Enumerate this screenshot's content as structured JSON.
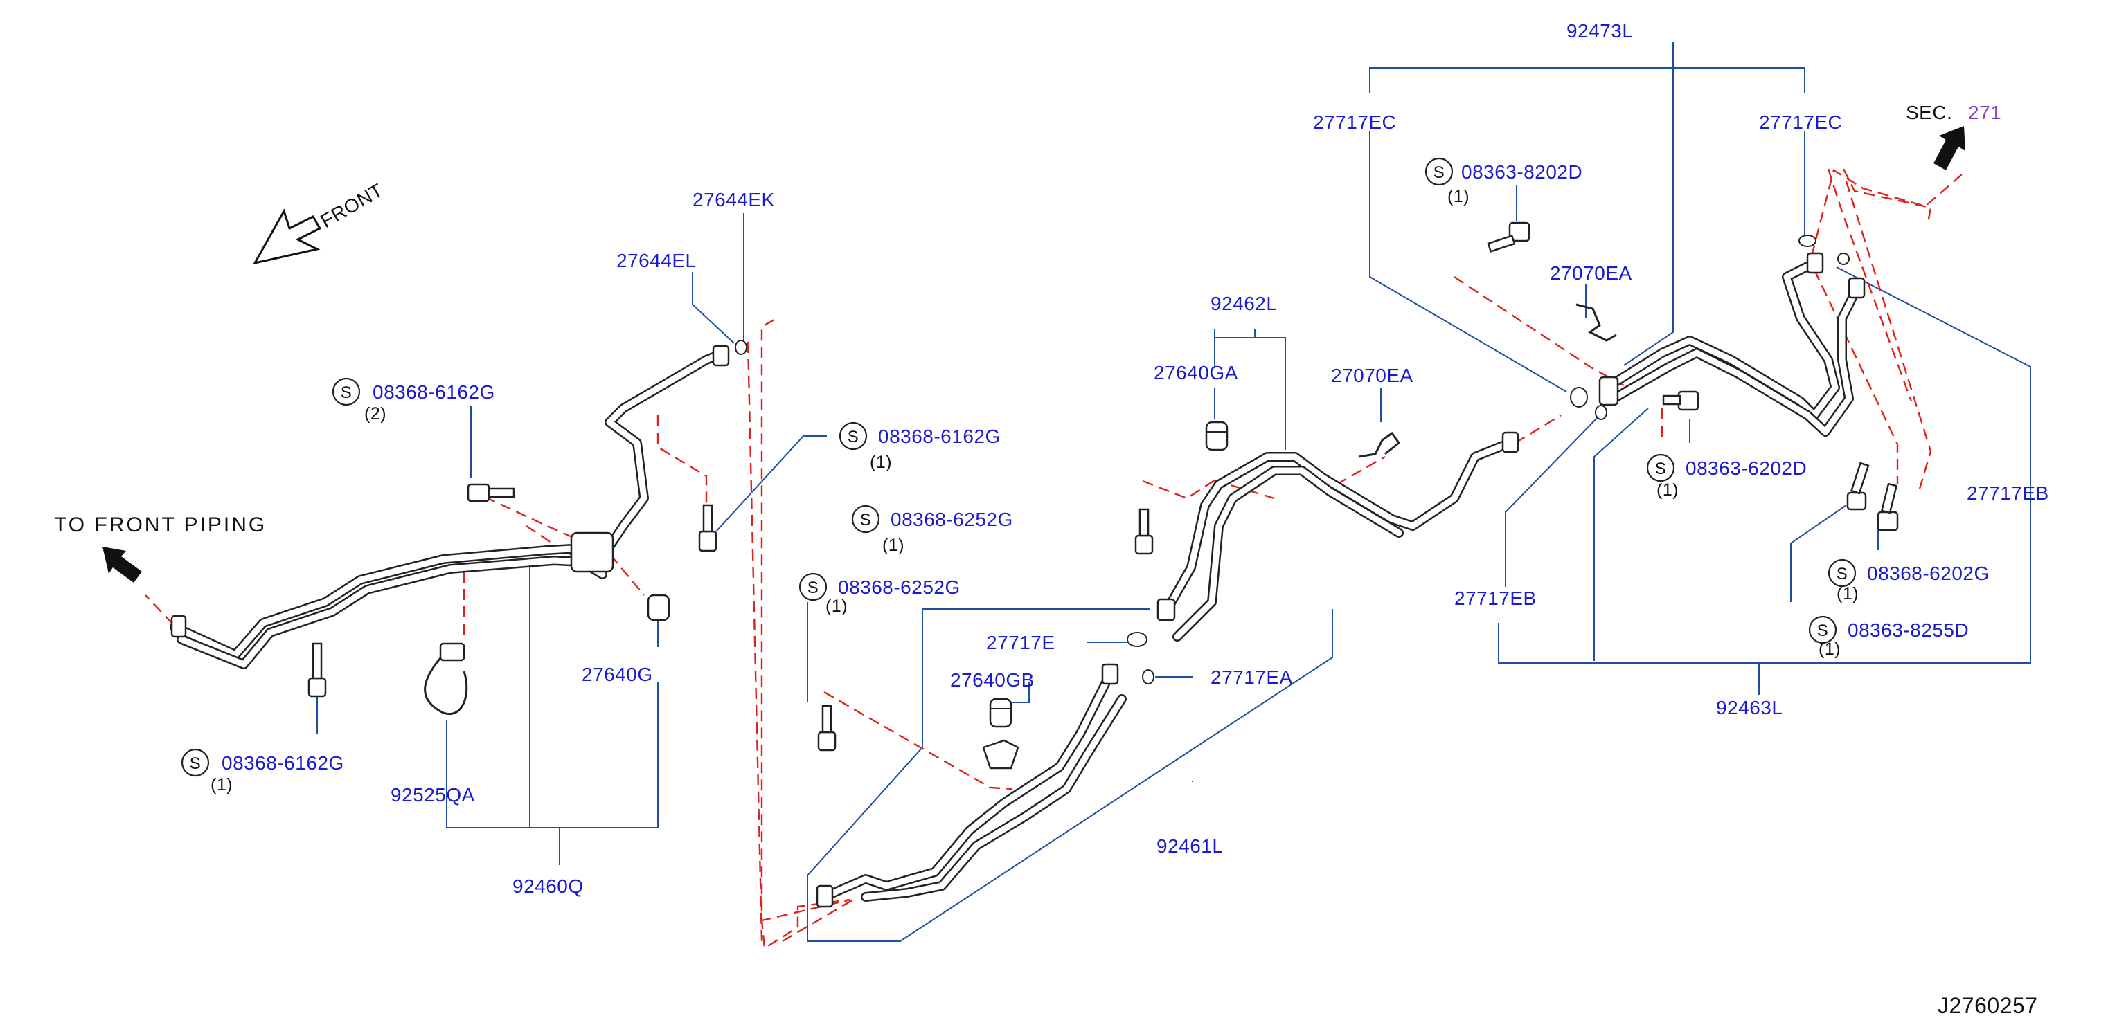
{
  "diagram_id": "J2760257",
  "direction": {
    "front": "FRONT",
    "to_front_piping": "TO FRONT PIPING"
  },
  "section_ref": {
    "prefix": "SEC.",
    "number": "271"
  },
  "symbol_s": "S",
  "parts": [
    {
      "key": "p92473L",
      "label": "92473L"
    },
    {
      "key": "p27717EC_a",
      "label": "27717EC"
    },
    {
      "key": "p27717EC_b",
      "label": "27717EC"
    },
    {
      "key": "p27644EK",
      "label": "27644EK"
    },
    {
      "key": "p27644EL",
      "label": "27644EL"
    },
    {
      "key": "p27070EA_a",
      "label": "27070EA"
    },
    {
      "key": "p27070EA_b",
      "label": "27070EA"
    },
    {
      "key": "p92462L",
      "label": "92462L"
    },
    {
      "key": "p27640GA",
      "label": "27640GA"
    },
    {
      "key": "p27717EB_a",
      "label": "27717EB"
    },
    {
      "key": "p27717EB_b",
      "label": "27717EB"
    },
    {
      "key": "p27640G",
      "label": "27640G"
    },
    {
      "key": "p27717E",
      "label": "27717E"
    },
    {
      "key": "p27640GB",
      "label": "27640GB"
    },
    {
      "key": "p27717EA",
      "label": "27717EA"
    },
    {
      "key": "p92525QA",
      "label": "92525QA"
    },
    {
      "key": "p92460Q",
      "label": "92460Q"
    },
    {
      "key": "p92461L",
      "label": "92461L"
    },
    {
      "key": "p92463L",
      "label": "92463L"
    }
  ],
  "fasteners": [
    {
      "key": "f1",
      "label": "08363-8202D",
      "qty": "(1)"
    },
    {
      "key": "f2",
      "label": "08368-6162G",
      "qty": "(2)"
    },
    {
      "key": "f3",
      "label": "08368-6162G",
      "qty": "(1)"
    },
    {
      "key": "f4",
      "label": "08368-6252G",
      "qty": "(1)"
    },
    {
      "key": "f5",
      "label": "08368-6252G",
      "qty": "(1)"
    },
    {
      "key": "f6",
      "label": "08363-6202D",
      "qty": "(1)"
    },
    {
      "key": "f7",
      "label": "08368-6202G",
      "qty": "(1)"
    },
    {
      "key": "f8",
      "label": "08363-8255D",
      "qty": "(1)"
    },
    {
      "key": "f9",
      "label": "08368-6162G",
      "qty": "(1)"
    }
  ]
}
